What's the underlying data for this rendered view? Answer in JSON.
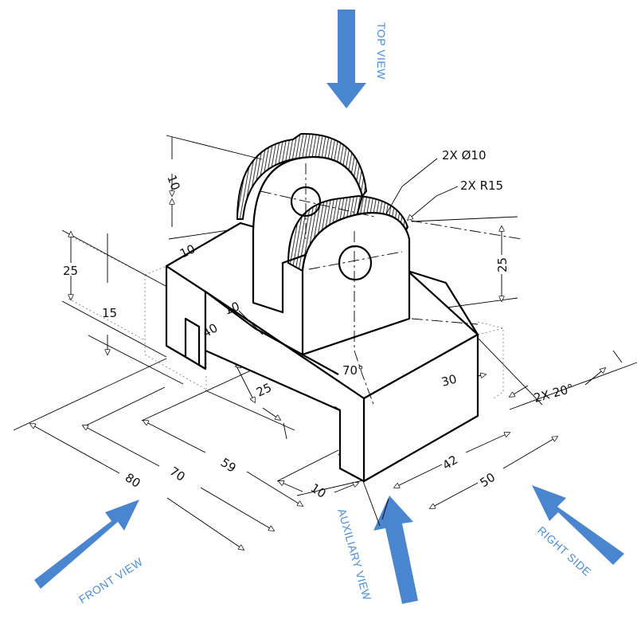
{
  "view_labels": {
    "top": "TOP VIEW",
    "front": "FRONT VIEW",
    "auxiliary": "AUXILIARY VIEW",
    "right": "RIGHT SIDE"
  },
  "colors": {
    "view_arrow": "#4a86d0",
    "view_label": "#4a8fd9",
    "linework": "#000000"
  },
  "notes": {
    "hole": "2X  Ø10",
    "radius": "2X  R15",
    "chamfer": "2X  20°"
  },
  "dimensions": {
    "d10_top": "10",
    "d10_slot": "10",
    "d10_mid": "10",
    "d25_left": "25",
    "d15_left": "15",
    "d25_right": "25",
    "d40": "40",
    "d25_lower": "25",
    "d70_angle": "70°",
    "d30": "30",
    "d80": "80",
    "d70": "70",
    "d59": "59",
    "d10_bottom": "10",
    "d42": "42",
    "d50": "50"
  }
}
